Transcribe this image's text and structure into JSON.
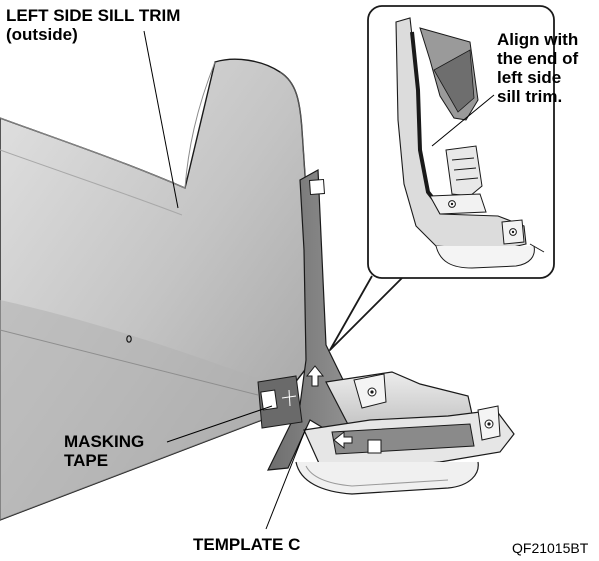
{
  "labels": {
    "sill_trim_line1": "LEFT SIDE SILL TRIM",
    "sill_trim_line2": "(outside)",
    "align_line1": "Align with",
    "align_line2": "the end of",
    "align_line3": "left side",
    "align_line4": "sill trim.",
    "masking_line1": "MASKING",
    "masking_line2": "TAPE",
    "template": "TEMPLATE C"
  },
  "figure_code": "QF21015BT",
  "colors": {
    "trim_light": "#d6d6d6",
    "trim_mid": "#b4b4b4",
    "trim_dark": "#8c8c8c",
    "template_band": "#7c7c7c",
    "outline": "#1a1a1a",
    "leader": "#000000"
  },
  "icons": [
    "arrow-up-icon",
    "arrow-left-icon",
    "bolt-icon"
  ]
}
